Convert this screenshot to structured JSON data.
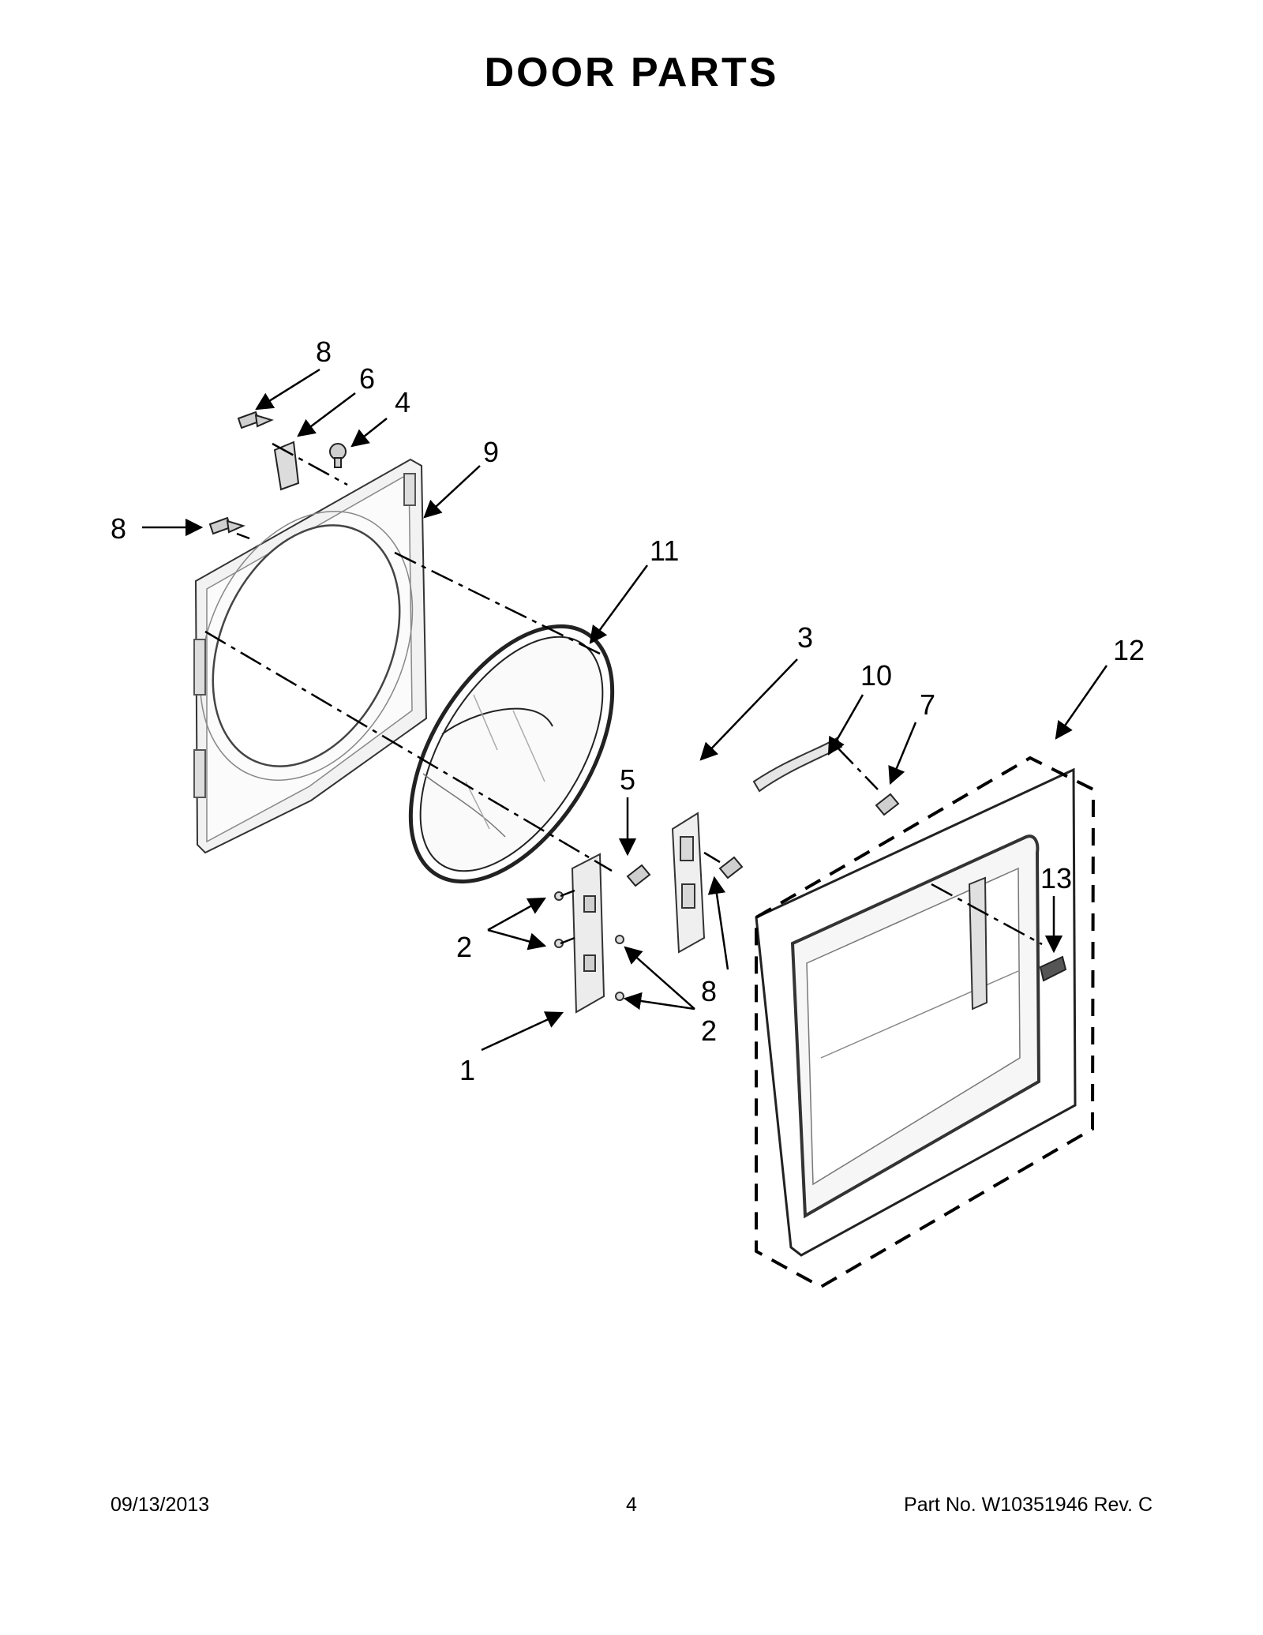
{
  "title": "DOOR PARTS",
  "callouts": {
    "c8a": "8",
    "c6": "6",
    "c4": "4",
    "c9": "9",
    "c8b": "8",
    "c11": "11",
    "c3": "3",
    "c12": "12",
    "c10": "10",
    "c7": "7",
    "c5": "5",
    "c13": "13",
    "c2a": "2",
    "c8c": "8",
    "c2b": "2",
    "c1": "1"
  },
  "footer": {
    "date": "09/13/2013",
    "page": "4",
    "part": "Part No.  W10351946  Rev.  C"
  }
}
